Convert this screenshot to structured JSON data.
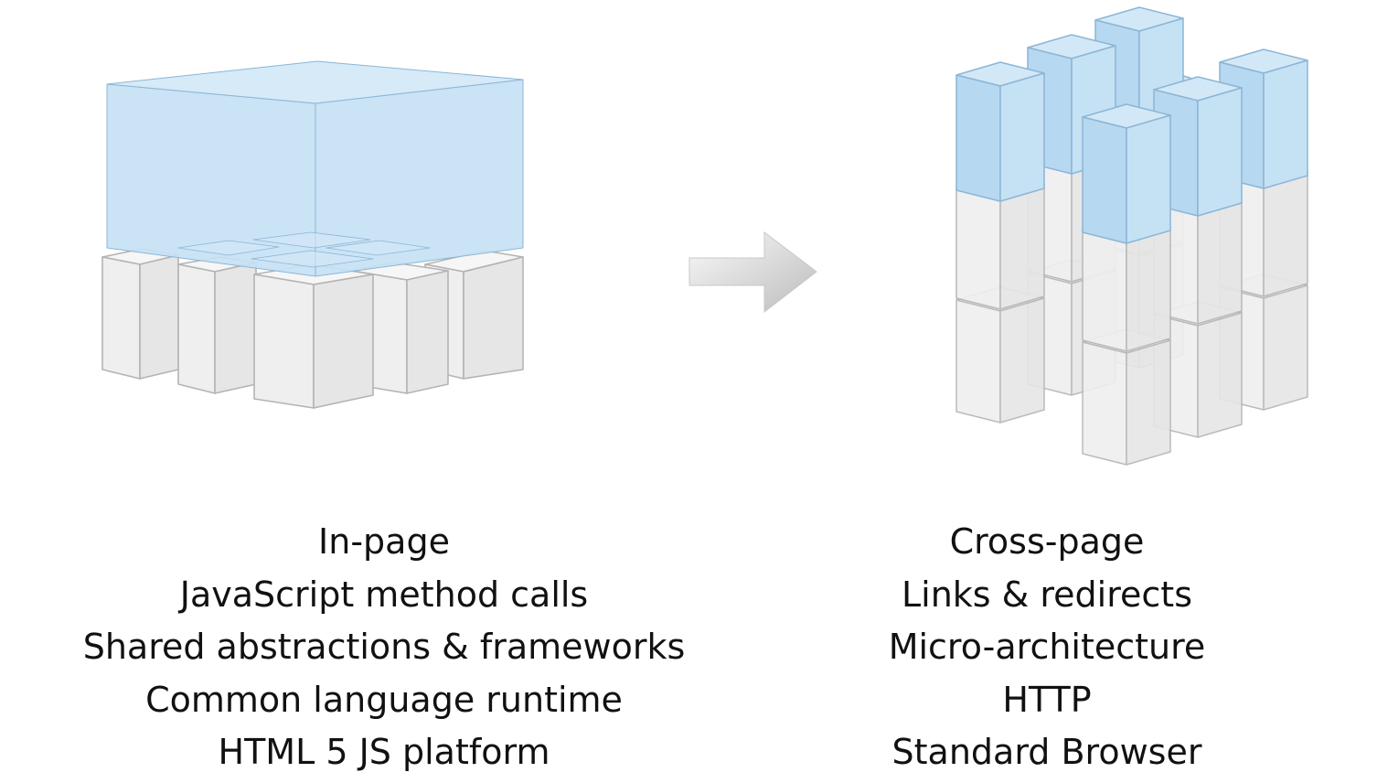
{
  "colors": {
    "blue_face": "#c5e1f4",
    "blue_top": "#d3e8f7",
    "blue_side": "#b6d8f0",
    "blue_stroke": "#8bb6d6",
    "gray_face": "#efefef",
    "gray_top": "#f6f6f6",
    "gray_side": "#e6e6e6",
    "gray_stroke": "#b4b4b4",
    "arrow_light": "#fafafa",
    "arrow_dark": "#bcbcbc",
    "text": "#111111"
  },
  "icons": {
    "left": "monolith-cube-stack-icon",
    "middle": "right-arrow-icon",
    "right": "microservice-columns-icon"
  },
  "left_caption": [
    "In-page",
    "JavaScript method calls",
    "Shared abstractions & frameworks",
    "Common language runtime",
    "HTML 5 JS platform"
  ],
  "right_caption": [
    "Cross-page",
    "Links & redirects",
    "Micro-architecture",
    "HTTP",
    "Standard Browser"
  ]
}
